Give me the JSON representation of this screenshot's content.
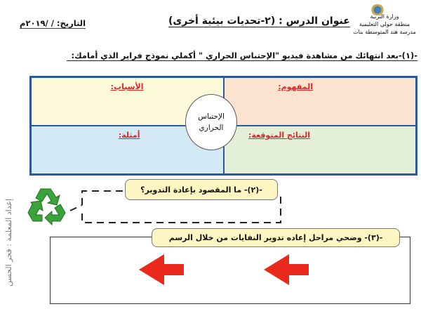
{
  "header": {
    "ministry_lines": [
      "وزارة التربية",
      "منطقة حولي التعليمية",
      "مدرسة هند المتوسطة بنات"
    ],
    "lesson_title": "عنوان الدرس : (٢-تحديات بيئية أخرى)",
    "date": "التاريخ:  /  /٢٠١٩م"
  },
  "question1": {
    "text": "-(١)-بعد انتهائك من مشاهدة فيديو \"الإحتباس الحراري \" أكملي نموذج فراير الذي أمامك:",
    "center": [
      "الإحتباس",
      "الحراري"
    ],
    "cells": {
      "concept": "المفهوم:",
      "causes": "الأسباب:",
      "consequences": "النتائج المتوقعة:",
      "examples": "أمثلة:"
    }
  },
  "question2": {
    "text": "-(٢)- ما المقصود بإعادة التدوير؟"
  },
  "question3": {
    "text": "-(٣)- وضحي مراحل إعاده تدوير النفايات من خلال الرسم"
  },
  "footer": {
    "prepared_by": "إعداد المعلمة : فجر الحسن"
  },
  "colors": {
    "accent_red": "#e8291c",
    "recycle_green": "#3aa33a",
    "grid_border": "#2a5a9a"
  }
}
